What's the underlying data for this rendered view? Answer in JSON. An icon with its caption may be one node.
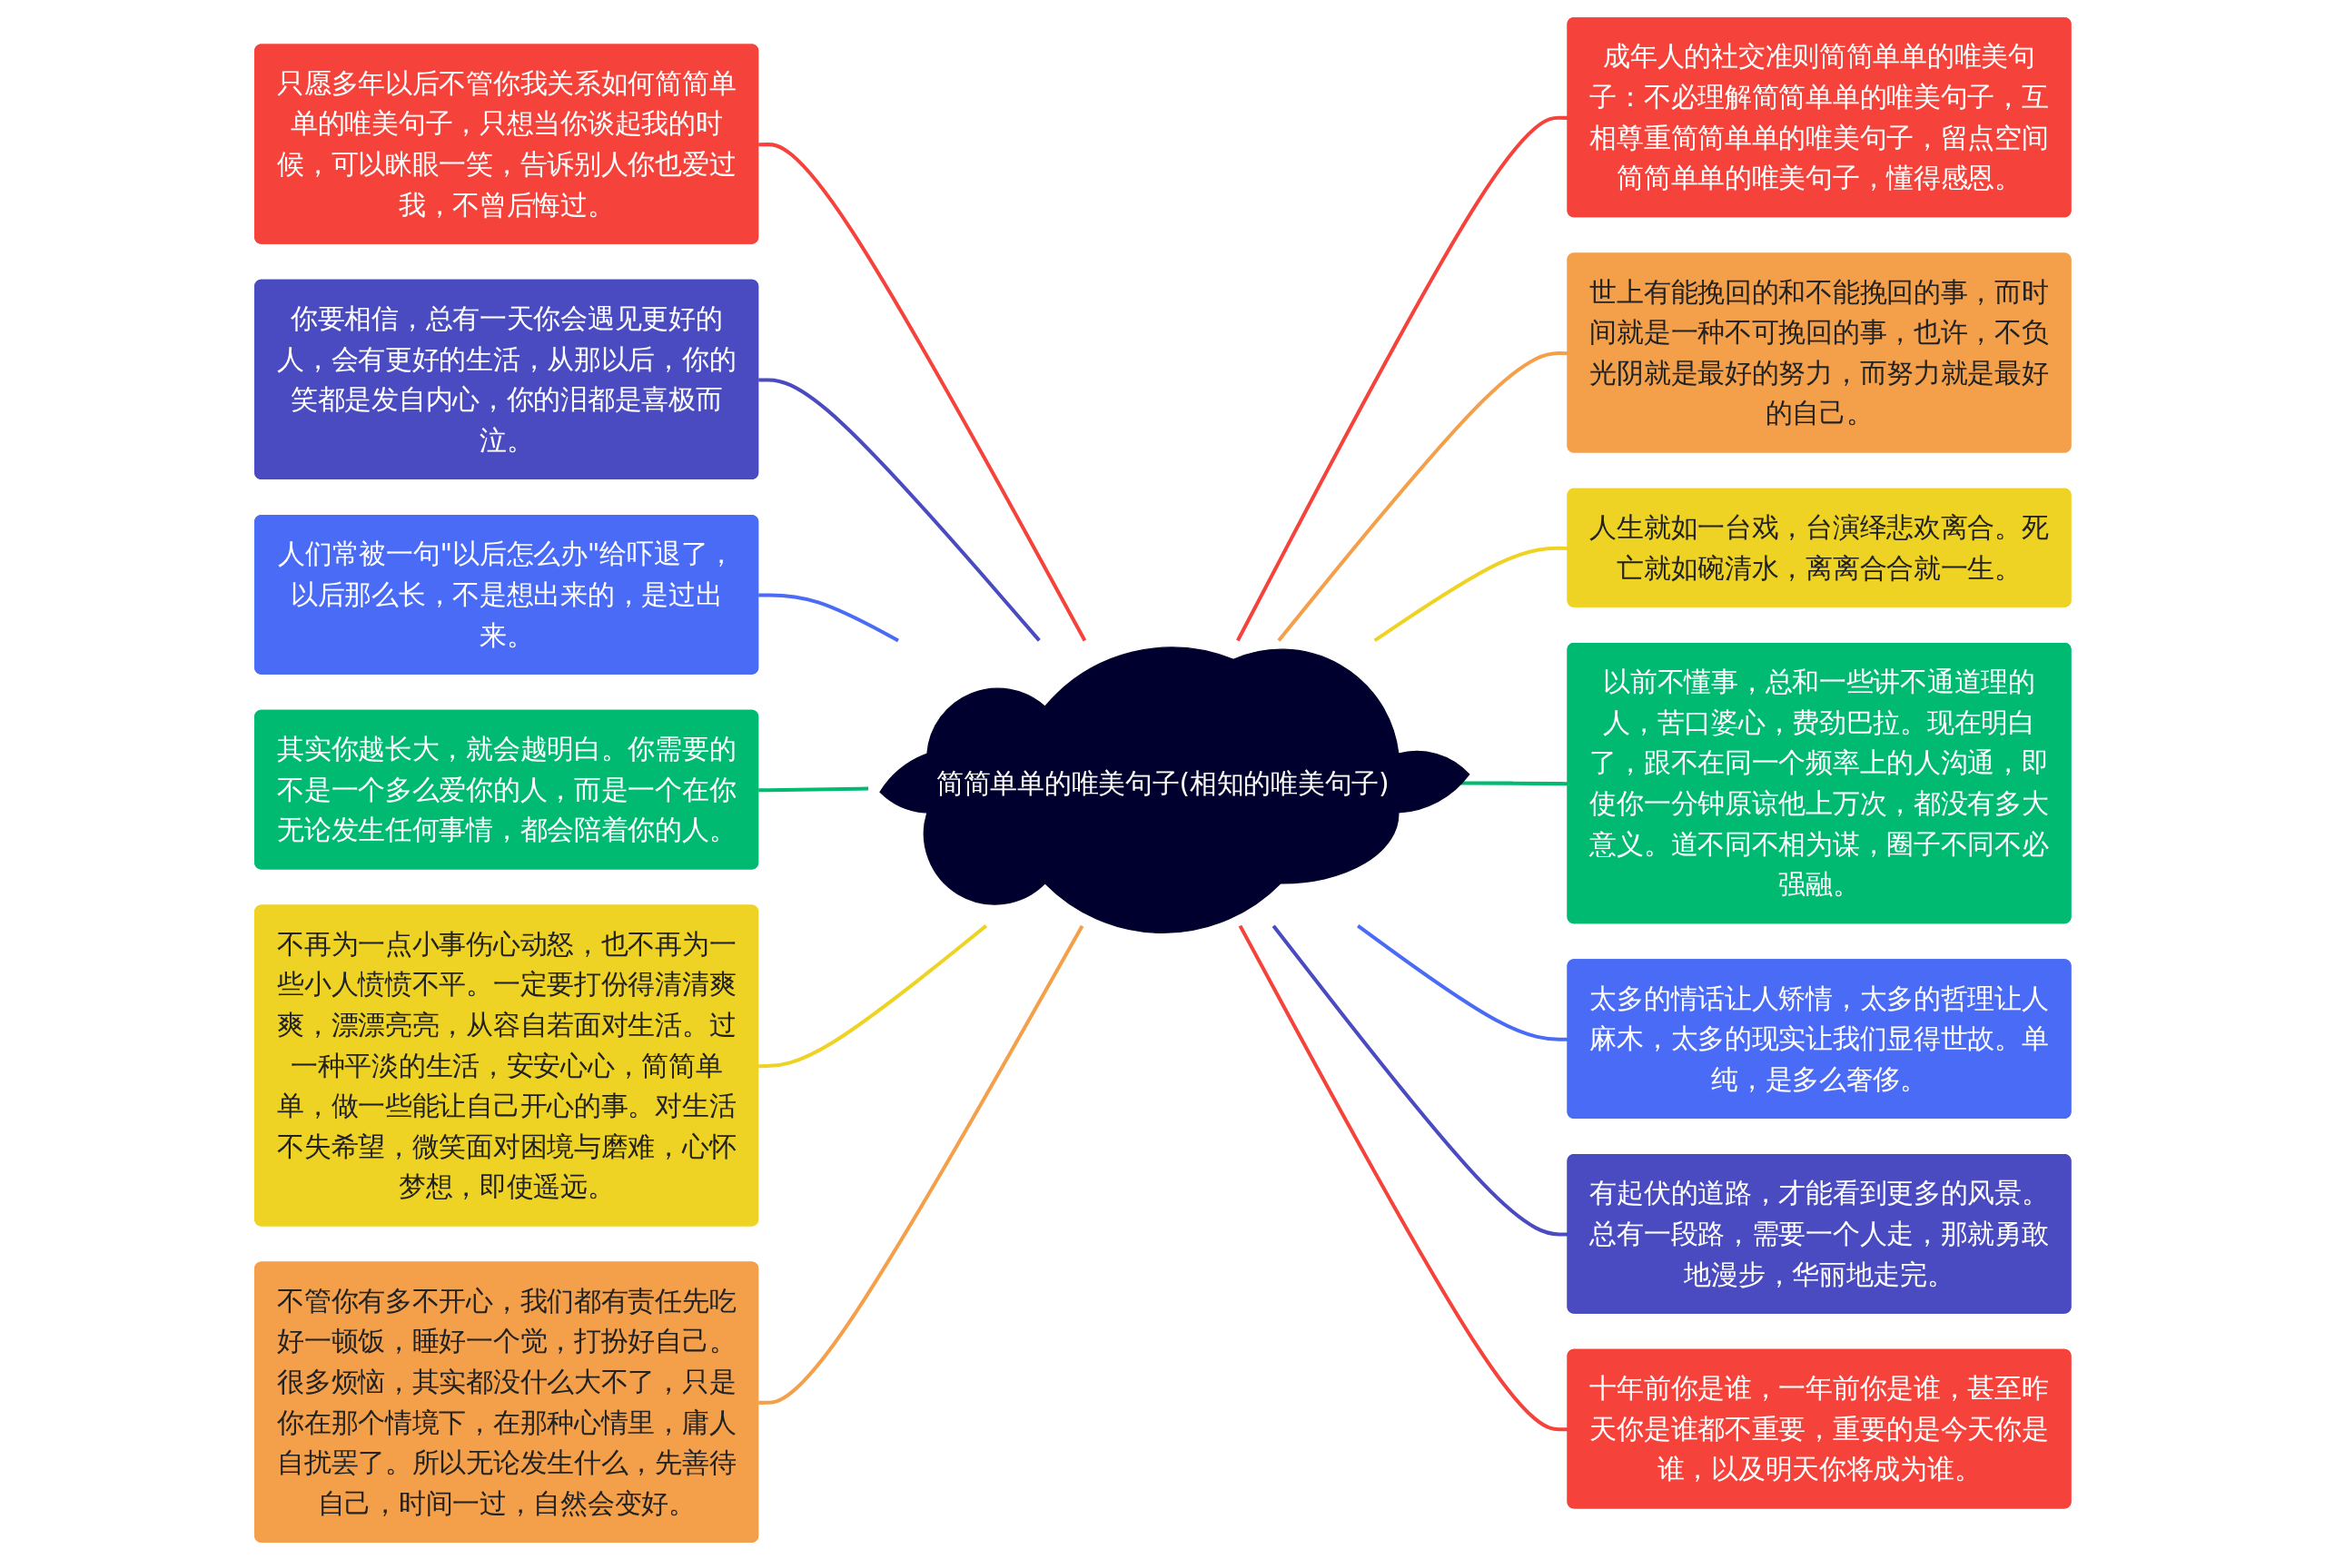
{
  "diagram": {
    "nodes": [
      {
        "text": [
          "简简单单的唯美句子(相知的唯美句子)"
        ]
      },
      {
        "text": [
          "只愿多年以后不管你我关系如何简简单单的唯美句子，只想当你谈起我的时候，可以眯眼一笑，告诉别人你也爱过我，不曾后悔过。"
        ]
      },
      {
        "text": [
          "你要相信，总有一天你会遇见更好的人，会有更好的生活，从那以后，你的笑都是发自内心，你的泪都是喜极而泣。"
        ]
      },
      {
        "text": [
          "人们常被一句\"以后怎么办\"给吓退了，以后那么长，不是想出来的，是过出来。"
        ]
      },
      {
        "text": [
          "其实你越长大，就会越明白。你需要的不是一个多么爱你的人，而是一个在你无论发生任何事情，都会陪着你的人。"
        ]
      },
      {
        "text": [
          "不再为一点小事伤心动怒，也不再为一些小人愤愤不平。一定要打份得清清爽爽，漂漂亮亮，从容自若面对生活。过一种平淡的生活，安安心心，简简单单，做一些能让自己开心的事。对生活不失希望，微笑面对困境与磨难，心怀梦想，即使遥远。"
        ]
      },
      {
        "text": [
          "不管你有多不开心，我们都有责任先吃好一顿饭，睡好一个觉，打扮好自己。很多烦恼，其实都没什么大不了，只是你在那个情境下，在那种心情里，庸人自扰罢了。所以无论发生什么，先善待自己，时间一过，自然会变好。"
        ]
      },
      {
        "text": [
          "成年人的社交准则简简单单的唯美句子：不必理解简简单单的唯美句子，互相尊重简简单单的唯美句子，留点空间简简单单的唯美句子，懂得感恩。"
        ]
      },
      {
        "text": [
          "世上有能挽回的和不能挽回的事，而时间就是一种不可挽回的事，也许，不负光阴就是最好的努力，而努力就是最好的自己。"
        ]
      },
      {
        "text": [
          "人生就如一台戏，台演绎悲欢离合。死亡就如碗清水，离离合合就一生。"
        ]
      },
      {
        "text": [
          "以前不懂事，总和一些讲不通道理的人，苦口婆心，费劲巴拉。现在明白了，跟不在同一个频率上的人沟通，即使你一分钟原谅他上万次，都没有多大意义。道不同不相为谋，圈子不同不必强融。"
        ]
      },
      {
        "text": [
          "太多的情话让人矫情，太多的哲理让人麻木，太多的现实让我们显得世故。单纯，是多么奢侈。"
        ]
      },
      {
        "text": [
          "有起伏的道路，才能看到更多的风景。总有一段路，需要一个人走，那就勇敢地漫步，华丽地走完。"
        ]
      },
      {
        "text": [
          "十年前你是谁，一年前你是谁，甚至昨天你是谁都不重要，重要的是今天你是谁，以及明天你将成为谁。"
        ]
      }
    ],
    "edges": [
      {
        "from": 0,
        "to": 1,
        "arrow": "none",
        "color": "#f5433b"
      },
      {
        "from": 0,
        "to": 2,
        "arrow": "none",
        "color": "#4a4bc0"
      },
      {
        "from": 0,
        "to": 3,
        "arrow": "none",
        "color": "#4a6bf5"
      },
      {
        "from": 0,
        "to": 4,
        "arrow": "none",
        "color": "#00ba72"
      },
      {
        "from": 0,
        "to": 5,
        "arrow": "none",
        "color": "#efd324"
      },
      {
        "from": 0,
        "to": 6,
        "arrow": "none",
        "color": "#f4a04b"
      },
      {
        "from": 0,
        "to": 7,
        "arrow": "none",
        "color": "#f5433b"
      },
      {
        "from": 0,
        "to": 8,
        "arrow": "none",
        "color": "#f4a04b"
      },
      {
        "from": 0,
        "to": 9,
        "arrow": "none",
        "color": "#efd324"
      },
      {
        "from": 0,
        "to": 10,
        "arrow": "none",
        "color": "#00ba72"
      },
      {
        "from": 0,
        "to": 11,
        "arrow": "none",
        "color": "#4a6bf5"
      },
      {
        "from": 0,
        "to": 12,
        "arrow": "none",
        "color": "#4a4bc0"
      },
      {
        "from": 0,
        "to": 13,
        "arrow": "none",
        "color": "#f5433b"
      }
    ]
  }
}
